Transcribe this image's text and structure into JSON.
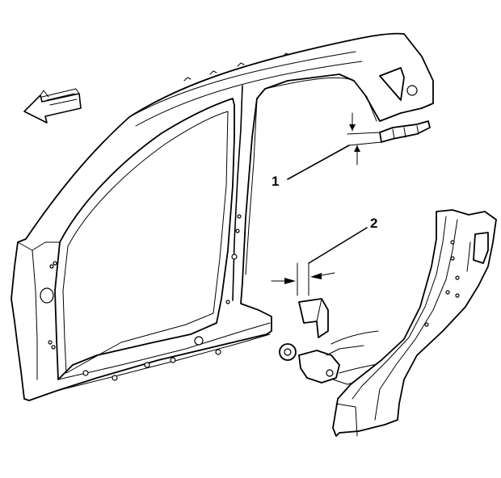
{
  "callouts": [
    {
      "id": 1,
      "label": "1"
    },
    {
      "id": 2,
      "label": "2"
    }
  ],
  "icons": {
    "direction_arrow": "forward-direction-arrow-icon"
  }
}
